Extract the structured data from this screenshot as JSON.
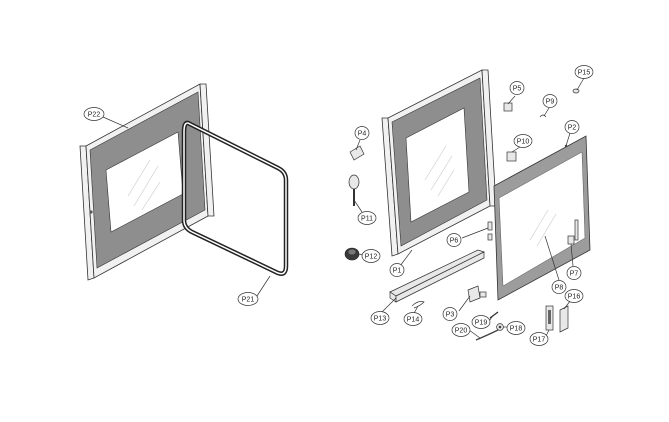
{
  "diagram": {
    "labels": {
      "P1": "P1",
      "P2": "P2",
      "P3": "P3",
      "P4": "P4",
      "P5": "P5",
      "P6": "P6",
      "P7": "P7",
      "P8": "P8",
      "P9": "P9",
      "P10": "P10",
      "P11": "P11",
      "P12": "P12",
      "P13": "P13",
      "P14": "P14",
      "P15": "P15",
      "P16": "P16",
      "P17": "P17",
      "P18": "P18",
      "P19": "P19",
      "P20": "P20",
      "P21": "P21",
      "P22": "P22"
    }
  }
}
